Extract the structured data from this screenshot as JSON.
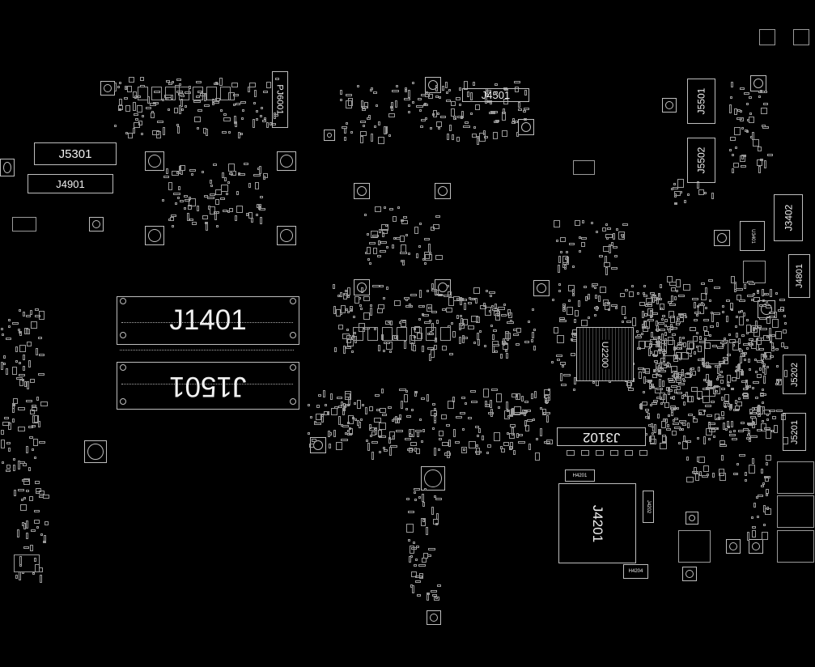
{
  "board": {
    "connectors": {
      "j5301": "J5301",
      "j4901": "J4901",
      "pj6001": "PJ6001",
      "j4501": "J4501",
      "j5501": "J5501",
      "j5502": "J5502",
      "j3402": "J3402",
      "u3401": "U3401",
      "j4801": "J4801",
      "j1401": "J1401",
      "j1501": "J1501",
      "u2200": "U2200",
      "j5202": "J5202",
      "j5201": "J5201",
      "j3102": "J3102",
      "j4201": "J4201",
      "j4202": "J4202",
      "h4201": "H4201",
      "h4204": "H4204"
    }
  },
  "colors": {
    "background": "#000000",
    "outline": "#bdbdbd"
  }
}
